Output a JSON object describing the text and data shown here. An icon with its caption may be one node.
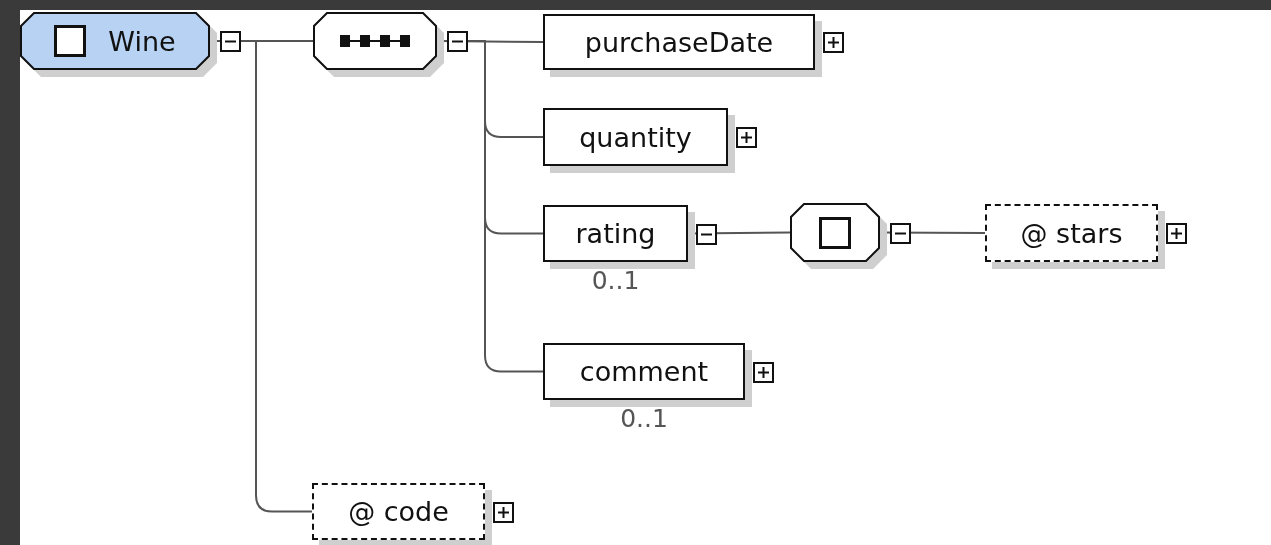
{
  "diagram": {
    "nodes": [
      {
        "text": [
          "Wine"
        ]
      },
      {
        "text": [],
        "shape": "octagon"
      },
      {
        "text": [
          "purchaseDate"
        ]
      },
      {
        "text": [
          "quantity"
        ]
      },
      {
        "text": [
          "rating"
        ],
        "beside": [
          "0..1"
        ]
      },
      {
        "text": [],
        "shape": "octagon"
      },
      {
        "text": [
          "@ stars"
        ]
      },
      {
        "text": [
          "comment"
        ],
        "beside": [
          "0..1"
        ]
      },
      {
        "text": [
          "@ code"
        ]
      }
    ],
    "edges": [
      {
        "from": 0,
        "to": 1,
        "arrow": "none"
      },
      {
        "from": 0,
        "to": 8,
        "arrow": "none"
      },
      {
        "from": 1,
        "to": 2,
        "arrow": "none"
      },
      {
        "from": 1,
        "to": 3,
        "arrow": "none"
      },
      {
        "from": 1,
        "to": 4,
        "arrow": "none"
      },
      {
        "from": 1,
        "to": 7,
        "arrow": "none"
      },
      {
        "from": 4,
        "to": 5,
        "arrow": "none"
      },
      {
        "from": 5,
        "to": 6,
        "arrow": "none"
      }
    ]
  }
}
